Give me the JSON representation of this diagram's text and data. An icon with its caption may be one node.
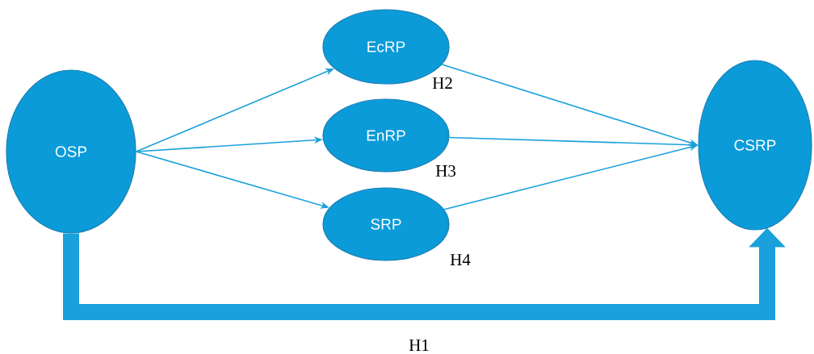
{
  "diagram": {
    "nodes": [
      {
        "text": [
          "OSP"
        ]
      },
      {
        "text": [
          "EcRP"
        ]
      },
      {
        "text": [
          "EnRP"
        ]
      },
      {
        "text": [
          "SRP"
        ]
      },
      {
        "text": [
          "CSRP"
        ]
      }
    ],
    "edges": [
      {
        "from": 0,
        "to": 1,
        "arrow": "to"
      },
      {
        "from": 0,
        "to": 2,
        "arrow": "to"
      },
      {
        "from": 0,
        "to": 3,
        "arrow": "to"
      },
      {
        "from": 1,
        "to": 4,
        "arrow": "to"
      },
      {
        "from": 2,
        "to": 4,
        "arrow": "to"
      },
      {
        "from": 3,
        "to": 4,
        "arrow": "to"
      },
      {
        "from": 0,
        "to": 4,
        "arrow": "to",
        "style": "thick",
        "label": "H1"
      }
    ],
    "labels": [
      "H2",
      "H3",
      "H4"
    ]
  }
}
